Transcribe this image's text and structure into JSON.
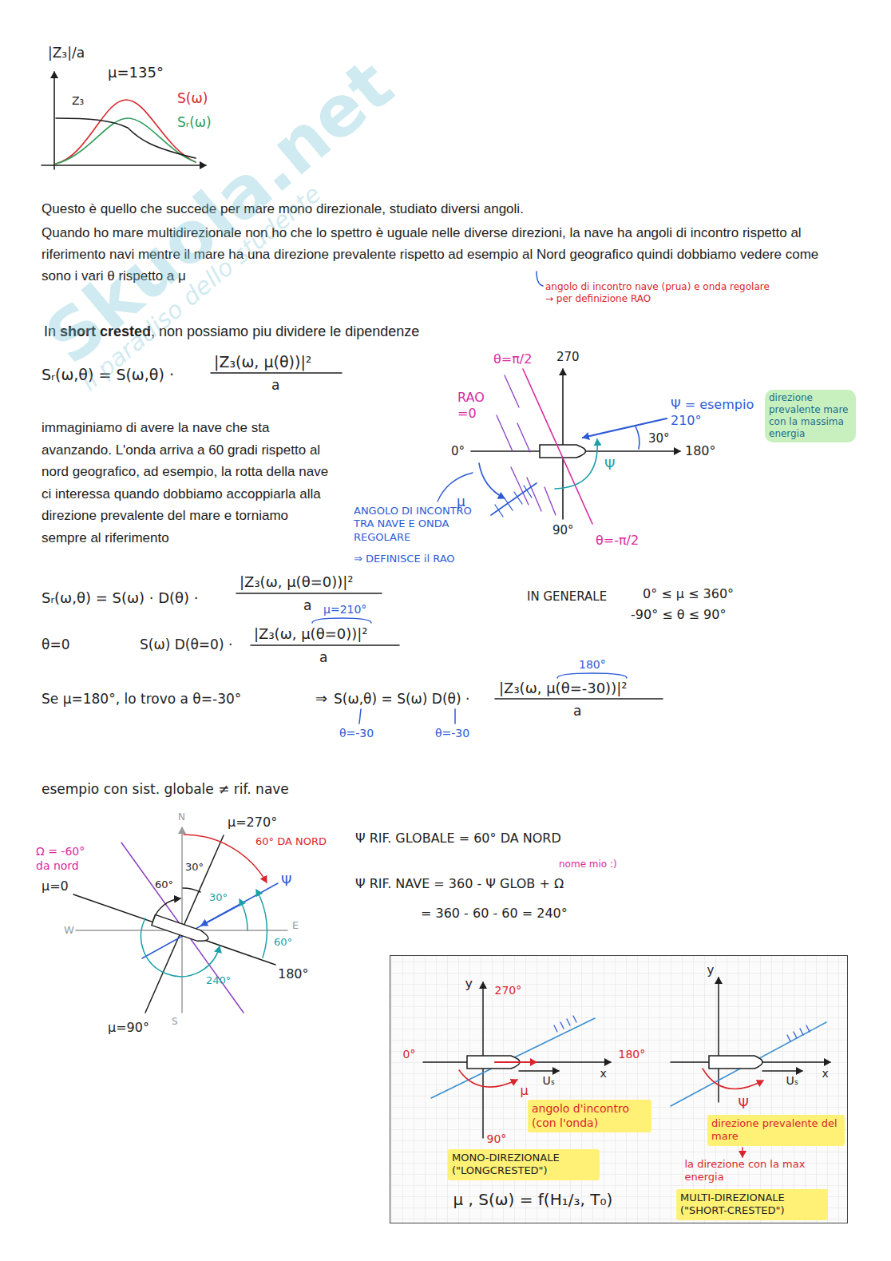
{
  "diagram": {
    "nodes": [
      {
        "text": [
          "direzione prevalente mare con la massima energia"
        ]
      },
      {
        "text": [
          "y",
          "270°",
          "0°",
          "180°",
          "x",
          "Uₛ",
          "μ",
          "90°",
          "μ , S(ω) = f(H₁/₃, T₀)",
          "y",
          "x",
          "Uₛ",
          "Ψ",
          "la direzione con la max energia"
        ]
      },
      {
        "text": [
          "angolo d'incontro (con l'onda)"
        ],
        "in": 1
      },
      {
        "text": [
          "MONO-DIREZIONALE (\"LONGCRESTED\")"
        ],
        "in": 1
      },
      {
        "text": [
          "direzione prevalente del mare"
        ],
        "in": 1
      },
      {
        "text": [
          "MULTI-DIREZIONALE (\"SHORT-CRESTED\")"
        ],
        "in": 1
      }
    ],
    "labels": [
      "|Z₃|/a",
      "μ=135°",
      "Z₃",
      "S(ω)",
      "Sᵣ(ω)",
      "Questo è quello che succede per mare mono direzionale, studiato diversi angoli.",
      "Quando ho mare multidirezionale non ho che lo spettro è uguale nelle diverse direzioni, la nave ha angoli di incontro rispetto al riferimento navi mentre il mare ha una direzione prevalente rispetto ad esempio al Nord geografico quindi dobbiamo vedere come sono i vari θ rispetto a μ",
      "angolo di incontro nave (prua) e onda regolare → per definizione RAO",
      "In",
      "short crested",
      ", non possiamo piu dividere le dipendenze",
      "Sᵣ(ω,θ) = S(ω,θ) ·",
      "|Z₃(ω, μ(θ))|²",
      "a",
      "immaginiamo di avere la nave che sta avanzando. L'onda arriva a 60 gradi rispetto al nord geografico, ad esempio, la rotta della nave ci interessa quando dobbiamo accoppiarla alla direzione prevalente del mare e torniamo sempre al riferimento",
      "θ=π/2",
      "270",
      "RAO =0",
      "Ψ = esempio 210°",
      "30°",
      "0°",
      "180°",
      "Ψ",
      "μ",
      "ANGOLO DI INCONTRO TRA NAVE E ONDA REGOLARE",
      "⇒ DEFINISCE il RAO",
      "90°",
      "θ=-π/2",
      "Sᵣ(ω,θ) = S(ω) · D(θ) ·",
      "|Z₃(ω, μ(θ=0))|²",
      "a",
      "IN GENERALE",
      "0° ≤ μ ≤ 360°",
      "-90° ≤ θ ≤ 90°",
      "μ=210°",
      "θ=0",
      "S(ω) D(θ=0) ·",
      "|Z₃(ω, μ(θ=0))|²",
      "a",
      "Se μ=180°, lo trovo a θ=-30°",
      "⇒",
      "S(ω,θ) = S(ω) D(θ) ·",
      "180°",
      "|Z₃(ω, μ(θ=-30))|²",
      "a",
      "θ=-30",
      "θ=-30",
      "esempio con sist. globale ≠ rif. nave",
      "N",
      "μ=270°",
      "60° DA NORD",
      "Ω = -60° da nord",
      "μ=0",
      "60°",
      "30°",
      "Ψ",
      "30°",
      "W",
      "E",
      "60°",
      "240°",
      "180°",
      "S",
      "μ=90°",
      "Ψ RIF. GLOBALE = 60° DA NORD",
      "nome mio :)",
      "Ψ RIF. NAVE = 360 - Ψ GLOB + Ω",
      "= 360 - 60 - 60 = 240°",
      "Skuola.net",
      "il paradiso dello studente"
    ]
  }
}
